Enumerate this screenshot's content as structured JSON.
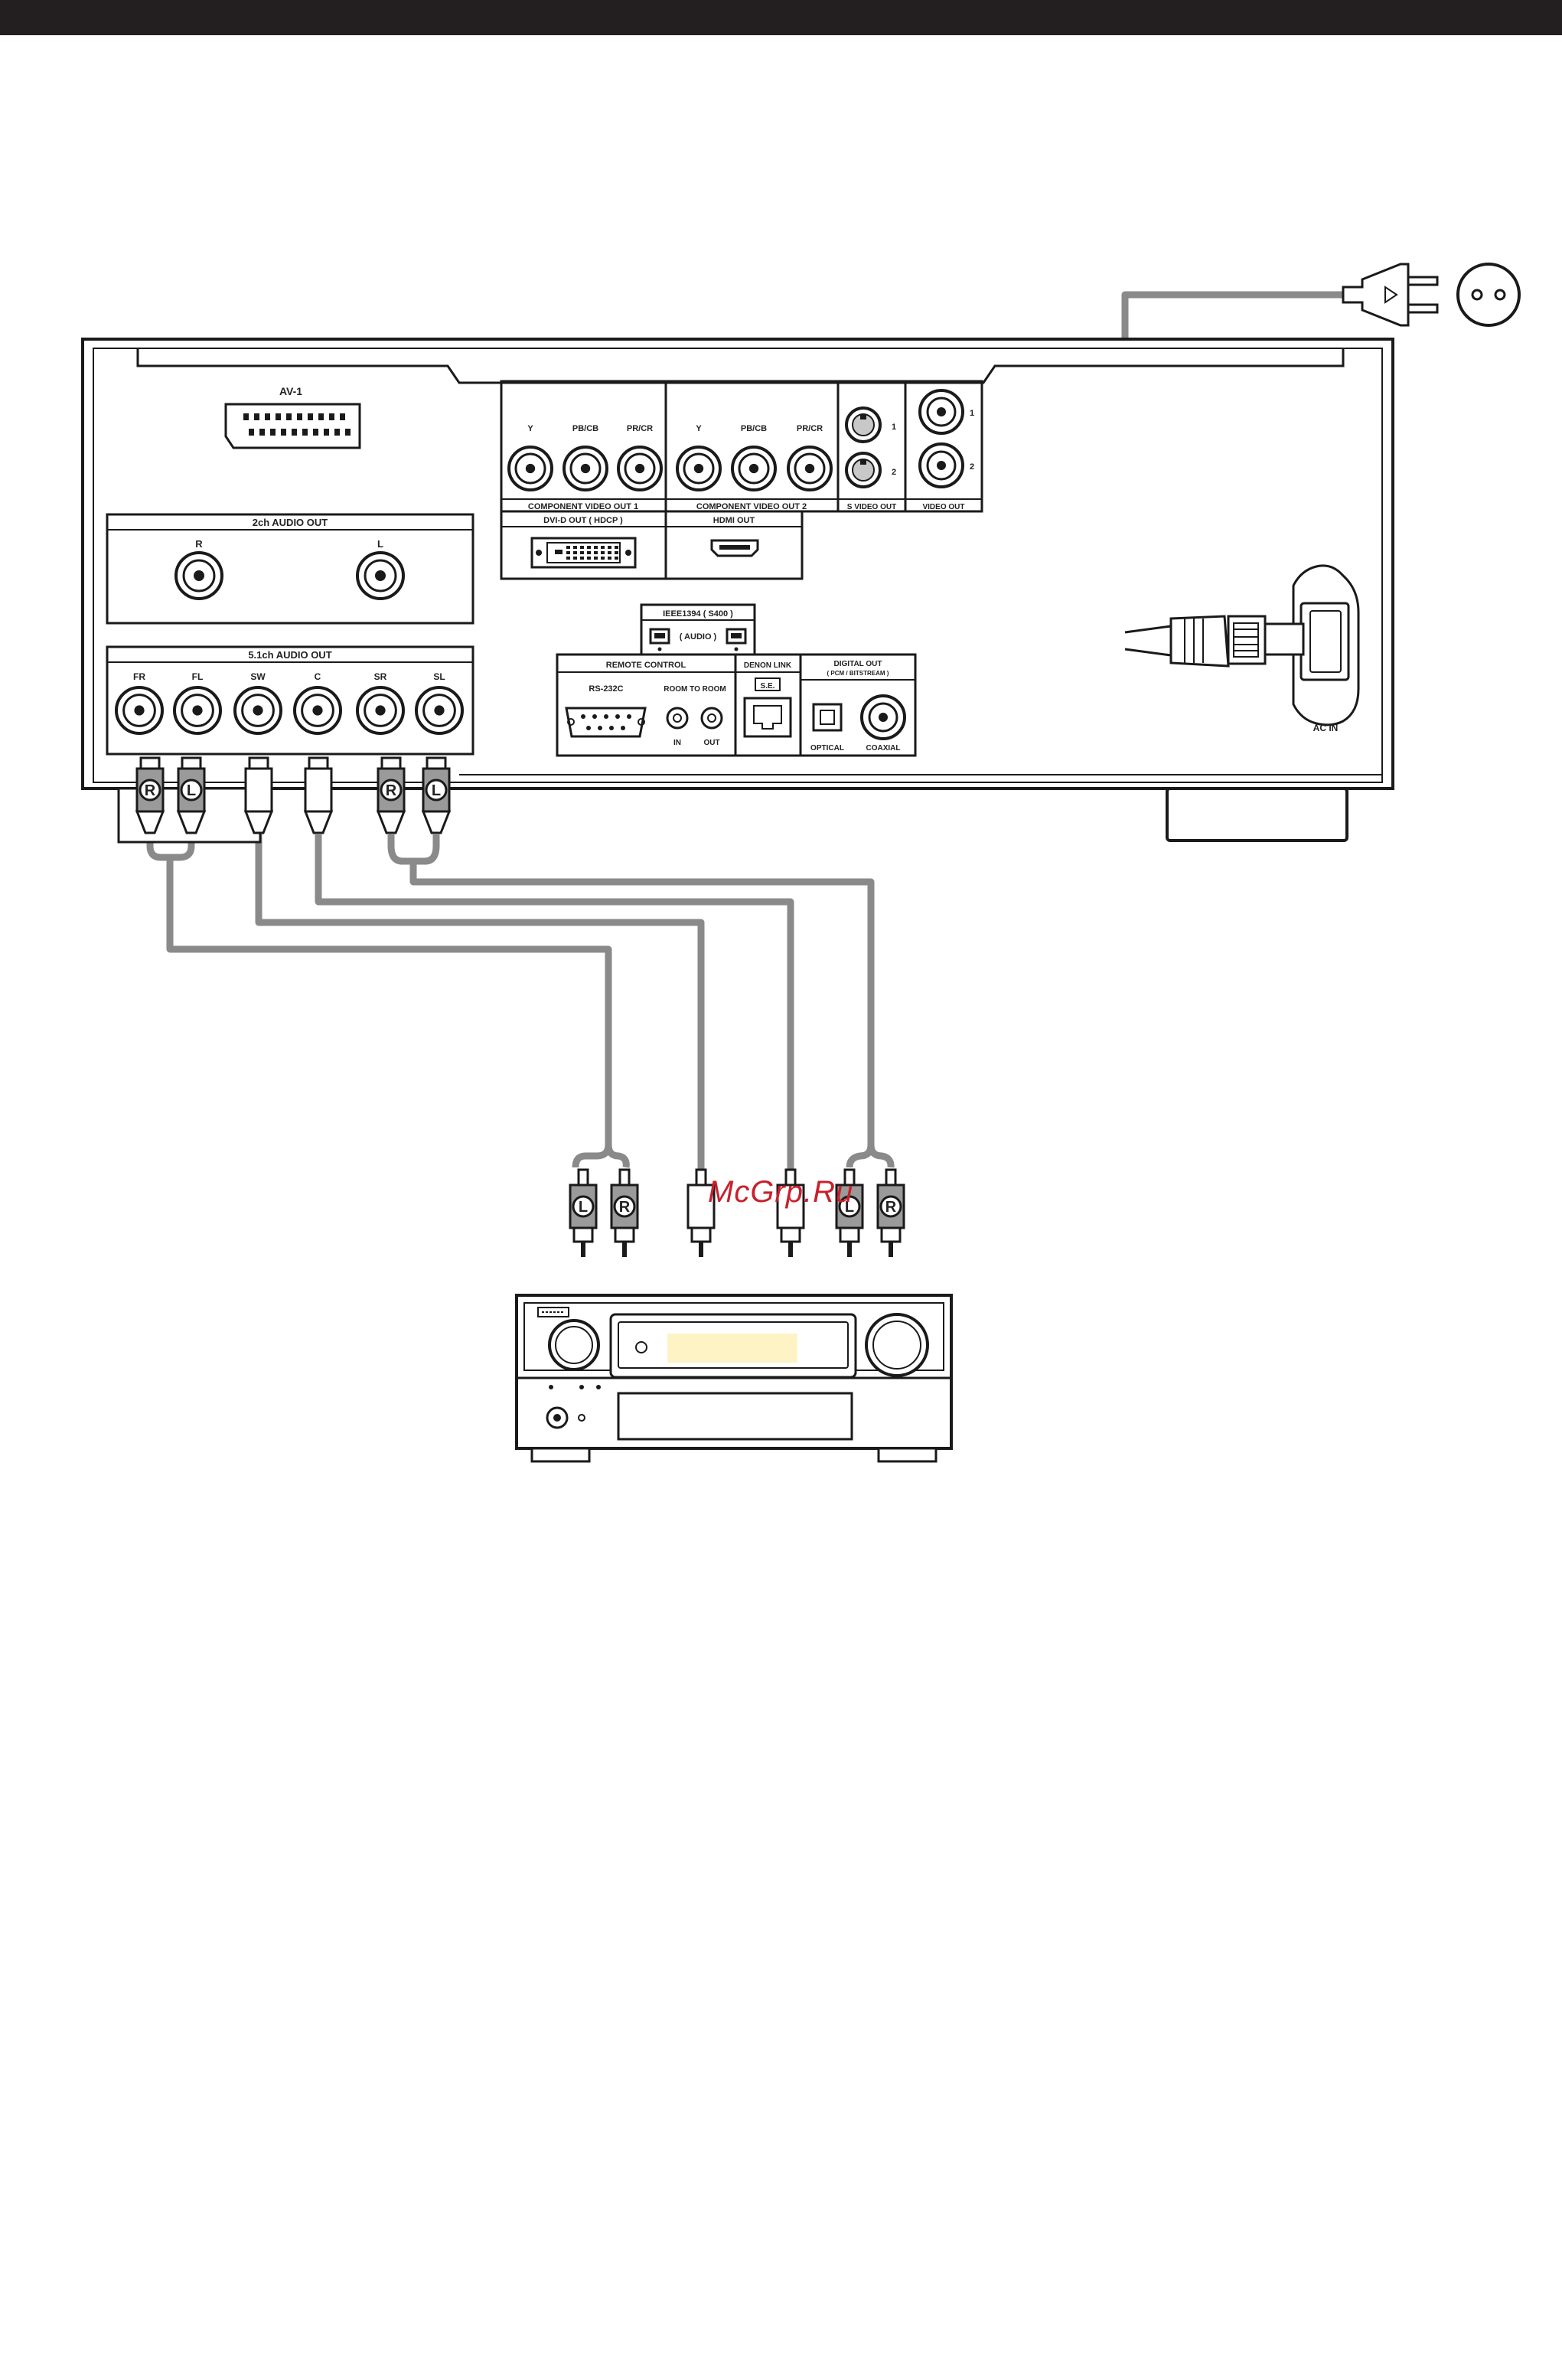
{
  "watermark": "McGrp.Ru",
  "player": {
    "scart": "AV-1",
    "audio2ch": {
      "title": "2ch AUDIO OUT",
      "r": "R",
      "l": "L"
    },
    "audio51": {
      "title": "5.1ch AUDIO OUT",
      "channels": [
        "FR",
        "FL",
        "SW",
        "C",
        "SR",
        "SL"
      ]
    },
    "component1": {
      "title": "COMPONENT  VIDEO  OUT  1",
      "labels": [
        "Y",
        "PB/CB",
        "PR/CR"
      ]
    },
    "component2": {
      "title": "COMPONENT  VIDEO  OUT  2",
      "labels": [
        "Y",
        "PB/CB",
        "PR/CR"
      ]
    },
    "svideo": {
      "title": "S VIDEO OUT",
      "n1": "1",
      "n2": "2"
    },
    "video": {
      "title": "VIDEO OUT",
      "n1": "1",
      "n2": "2"
    },
    "dvi": "DVI-D  OUT  ( HDCP )",
    "hdmi": "HDMI  OUT",
    "ieee": {
      "title": "IEEE1394 ( S400 )",
      "sub": "( AUDIO )"
    },
    "remote": {
      "title": "REMOTE CONTROL",
      "rs232": "RS-232C",
      "room": "ROOM TO ROOM",
      "in": "IN",
      "out": "OUT"
    },
    "denon_link": {
      "title": "DENON LINK",
      "sub": "S.E."
    },
    "digital": {
      "title": "DIGITAL OUT",
      "sub": "( PCM / BITSTREAM )",
      "optical": "OPTICAL",
      "coaxial": "COAXIAL"
    },
    "ac": "AC  IN"
  },
  "plugs": {
    "player": [
      "R",
      "L",
      "",
      "",
      "R",
      "L"
    ],
    "receiver": [
      "L",
      "R",
      "",
      "",
      "L",
      "R"
    ]
  },
  "colors": {
    "cable": "#8a8a8a",
    "line": "#1a1a1a",
    "display": "#fdf3c4"
  }
}
